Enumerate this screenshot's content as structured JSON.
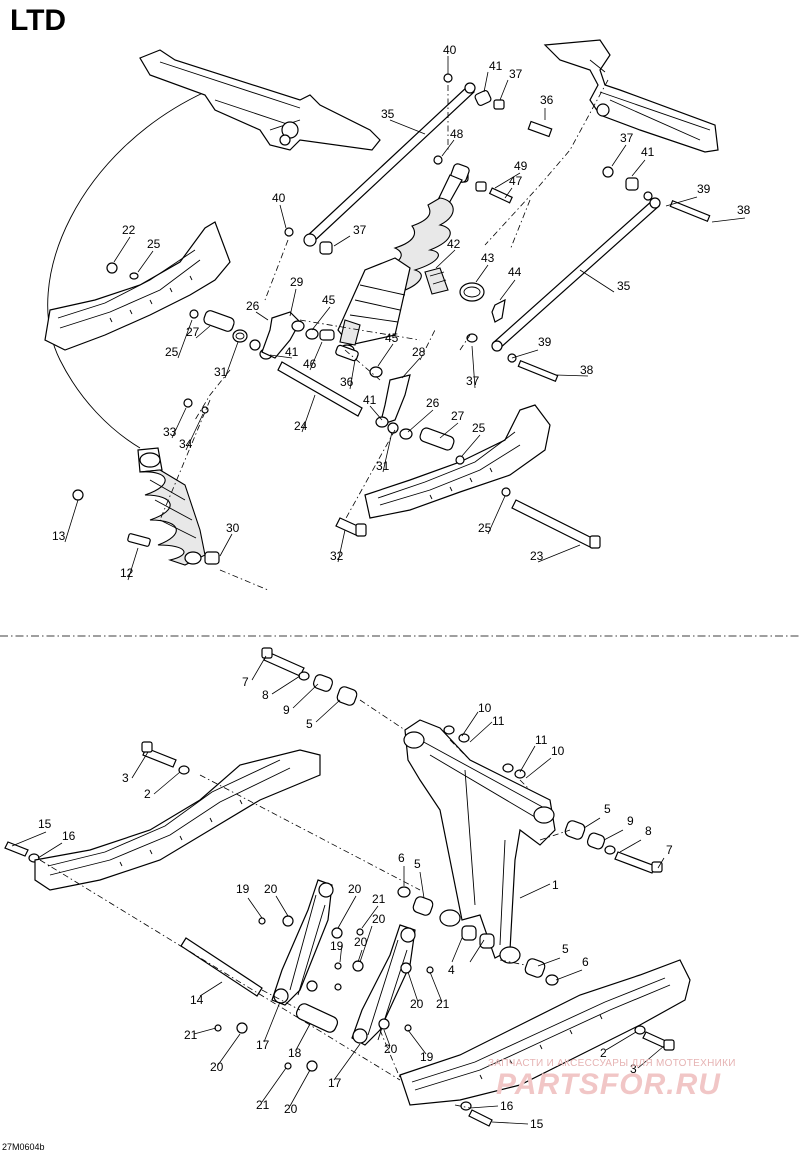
{
  "header": {
    "title": "LTD"
  },
  "footer": {
    "code": "27M0604b"
  },
  "watermark": {
    "line1": "ЗАПЧАСТИ И АКСЕССУАРЫ ДЛЯ МОТОТЕХНИКИ",
    "line2": "PARTSFOR.RU"
  },
  "callouts_top": [
    "40",
    "41",
    "37",
    "36",
    "35",
    "48",
    "49",
    "47",
    "37",
    "41",
    "39",
    "38",
    "40",
    "37",
    "22",
    "25",
    "42",
    "43",
    "44",
    "35",
    "29",
    "26",
    "45",
    "25",
    "27",
    "31",
    "41",
    "46",
    "45",
    "39",
    "36",
    "38",
    "28",
    "37",
    "41",
    "33",
    "34",
    "26",
    "27",
    "25",
    "24",
    "31",
    "13",
    "30",
    "12",
    "25",
    "32",
    "23"
  ],
  "callouts_bottom": [
    "7",
    "8",
    "9",
    "5",
    "10",
    "11",
    "3",
    "2",
    "11",
    "10",
    "15",
    "16",
    "5",
    "9",
    "8",
    "7",
    "6",
    "5",
    "19",
    "20",
    "20",
    "21",
    "1",
    "19",
    "20",
    "20",
    "4",
    "5",
    "6",
    "14",
    "21",
    "20",
    "17",
    "18",
    "20",
    "19",
    "21",
    "20",
    "2",
    "3",
    "21",
    "20",
    "17",
    "16",
    "15"
  ]
}
